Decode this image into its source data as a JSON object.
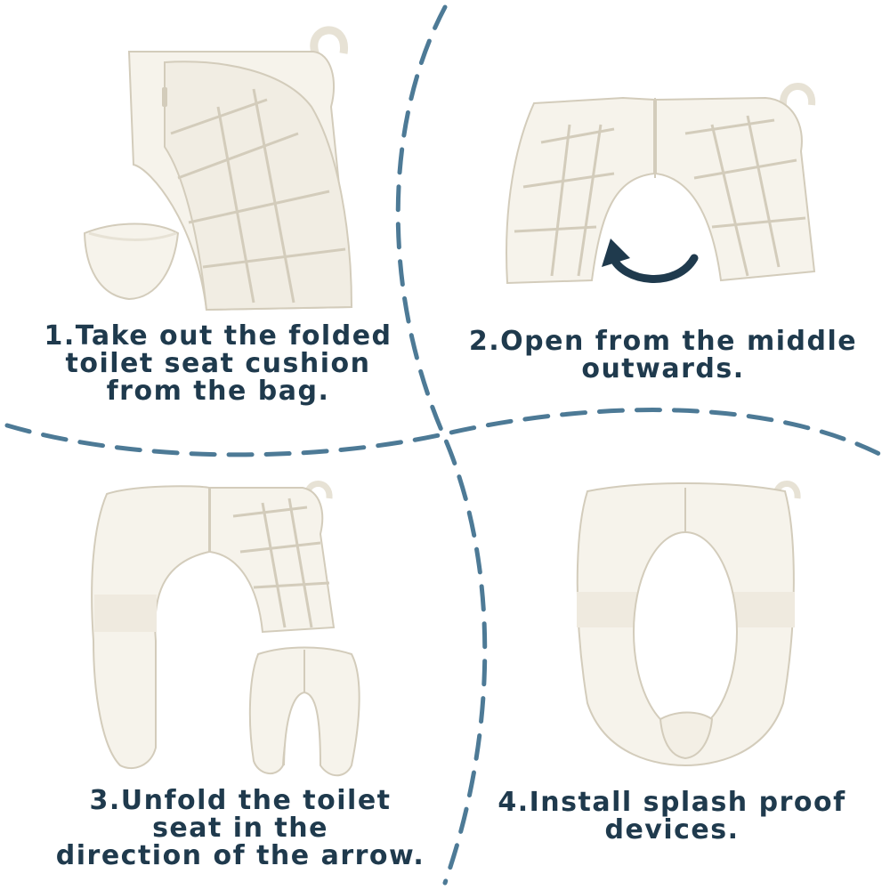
{
  "colors": {
    "divider": "#4d7a96",
    "caption_text": "#1f3a4d",
    "seat_fill": "#f6f3eb",
    "seat_shade": "#e7e2d5",
    "seat_edge": "#d3ccbb",
    "arrow": "#1f3a4d"
  },
  "steps": [
    {
      "line1": "1.Take out the folded",
      "line2": "toilet seat cushion",
      "line3": "from the bag."
    },
    {
      "line1": "2.Open from the middle",
      "line2": "outwards."
    },
    {
      "line1": "3.Unfold the toilet",
      "line2": "seat in the",
      "line3": "direction of the arrow."
    },
    {
      "line1": "4.Install splash proof",
      "line2": "devices."
    }
  ],
  "icons": {
    "step2_arrow": "curved-arrow-icon"
  }
}
